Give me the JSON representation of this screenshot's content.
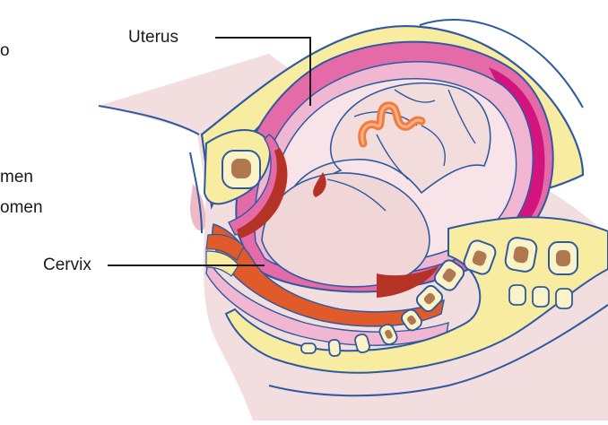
{
  "labels": {
    "uterus": "Uterus",
    "cervix": "Cervix",
    "clipped_1": "o",
    "clipped_2": "men",
    "clipped_3": "omen"
  },
  "colors": {
    "skin": "#f2dede",
    "skin_shade": "#e9c8c4",
    "outline": "#2f5aa0",
    "fat": "#f7ec9f",
    "uterus_wall": "#e46aa8",
    "uterus_deep": "#d4147e",
    "uterus_light": "#f1b6d1",
    "amniotic": "#f8e3e8",
    "fetus": "#f3dcdc",
    "cord": "#f07c3f",
    "cord_light": "#f6b08a",
    "blood": "#b43226",
    "bone": "#fbf3c8",
    "marrow": "#b0784e"
  }
}
